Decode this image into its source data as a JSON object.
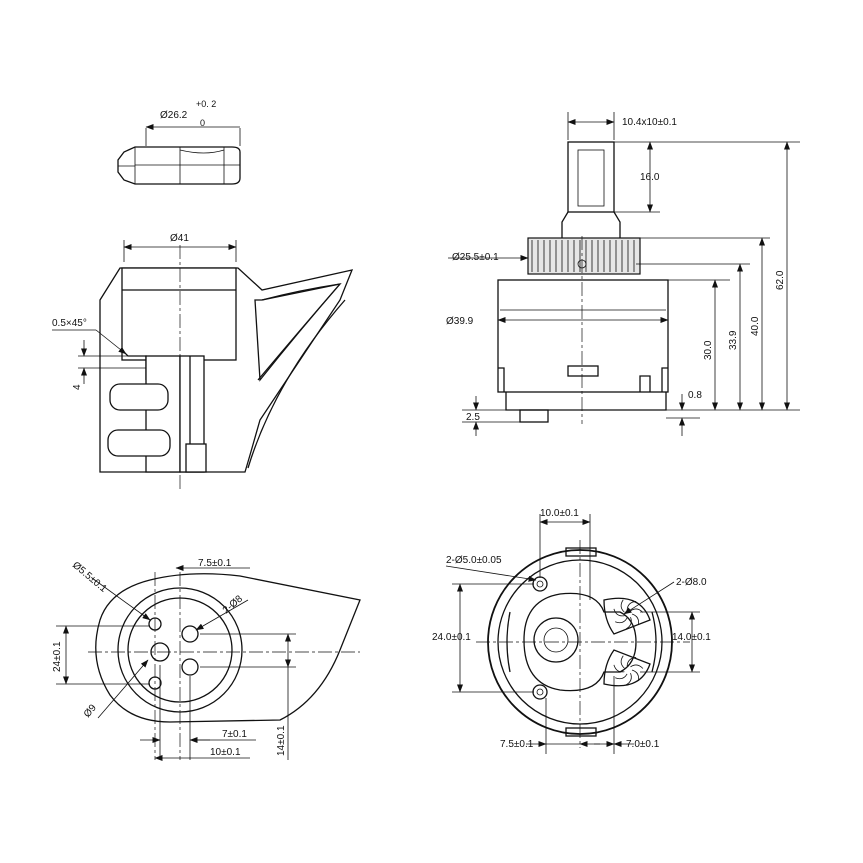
{
  "drawing": {
    "seal_view": {
      "diameter_label": "Ø26.2",
      "tol_upper": "+0. 2",
      "tol_lower": "0"
    },
    "housing_section": {
      "bore_label": "Ø41",
      "chamfer_label": "0.5×45°",
      "depth_label": "4"
    },
    "cartridge_side": {
      "stem_label": "10.4x10±0.1",
      "stem_height_label": "16.0",
      "spline_label": "Ø25.5±0.1",
      "body_label": "Ø39.9",
      "h1_label": "30.0",
      "h2_label": "33.9",
      "h3_label": "40.0",
      "total_label": "62.0",
      "step_label": "0.8",
      "base_label": "2.5"
    },
    "housing_bottom": {
      "port_small_label": "Ø5.5±0.1",
      "port_spacing_label": "7.5±0.1",
      "port_large_label": "2-Ø8",
      "height_label": "24±0.1",
      "center_label": "Ø9",
      "offset1_label": "7±0.1",
      "offset2_label": "10±0.1",
      "offset3_label": "14±0.1"
    },
    "cartridge_bottom": {
      "pin_label": "2-Ø5.0±0.05",
      "top_span_label": "10.0±0.1",
      "port_label": "2-Ø8.0",
      "height_label": "24.0±0.1",
      "right_span_label": "14.0±0.1",
      "left_offset_label": "7.5±0.1",
      "right_offset_label": "7.0±0.1"
    }
  }
}
